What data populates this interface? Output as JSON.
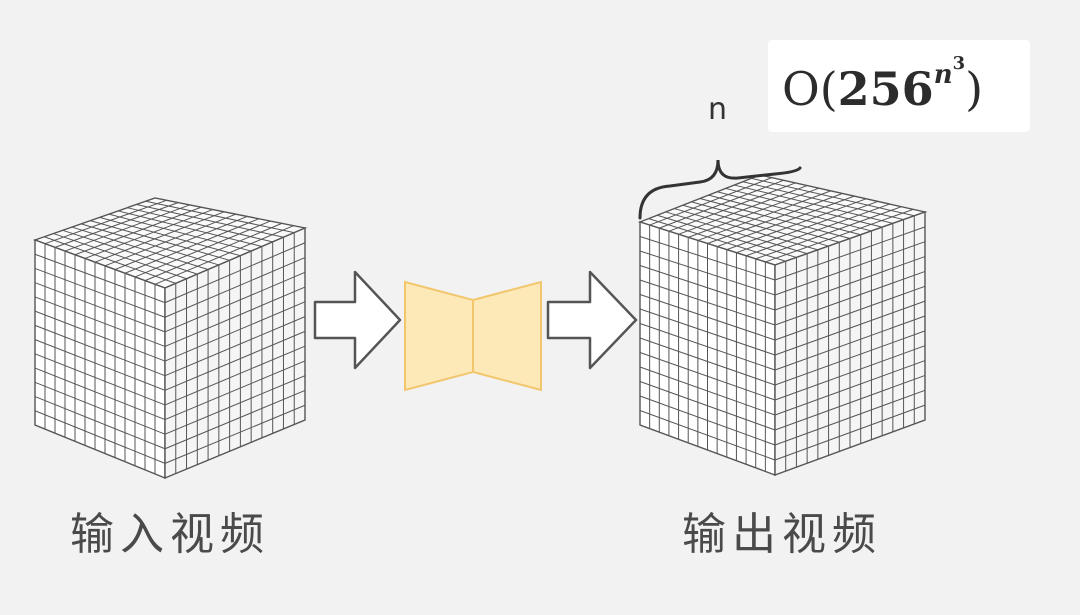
{
  "input_label": "输入视频",
  "output_label": "输出视频",
  "dimension_label": "n",
  "complexity": {
    "prefix": "O(",
    "base": "256",
    "exp_var": "n",
    "exp_power": "3",
    "suffix": ")"
  },
  "colors": {
    "background": "#f2f2f2",
    "grid_line": "#555555",
    "cube_face": "#ffffff",
    "arrow_fill": "#ffffff",
    "arrow_stroke": "#555555",
    "model_fill": "#fde9b8",
    "model_stroke": "#f2c66d"
  },
  "icons": {
    "arrow_left": "hollow-right-arrow",
    "arrow_right": "hollow-right-arrow",
    "model": "encoder-decoder-bowtie"
  }
}
